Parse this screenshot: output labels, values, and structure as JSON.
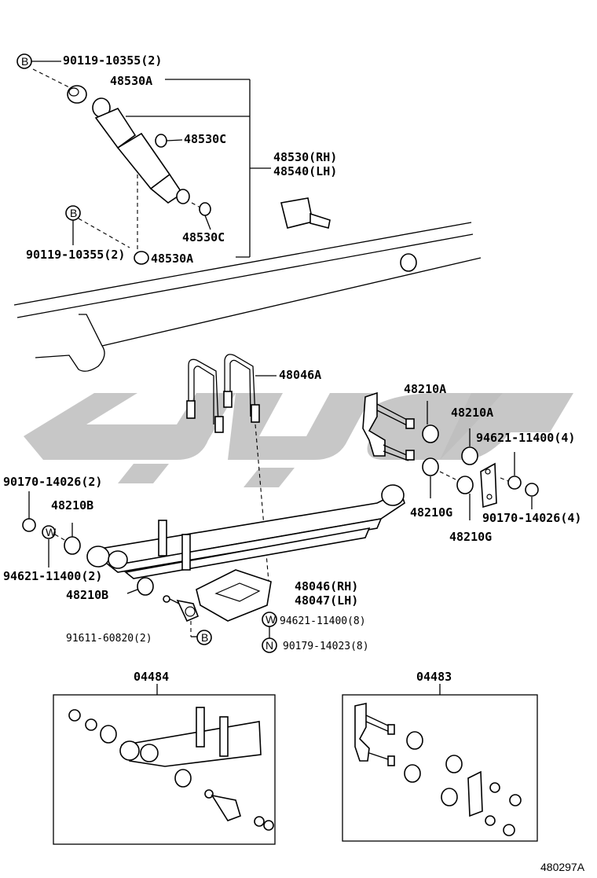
{
  "labels": {
    "l1": "90119-10355(2)",
    "l2": "48530A",
    "l3": "48530C",
    "l4": "48530(RH)",
    "l5": "48540(LH)",
    "l6": "48530C",
    "l7": "90119-10355(2)",
    "l8": "48530A",
    "l9": "48046A",
    "l10": "48210A",
    "l11": "48210A",
    "l12": "94621-11400(4)",
    "l13": "90170-14026(2)",
    "l14": "48210B",
    "l15": "48210G",
    "l16": "90170-14026(4)",
    "l17": "48210G",
    "l18": "94621-11400(2)",
    "l19": "48046(RH)",
    "l20": "48047(LH)",
    "l21": "48210B",
    "l22": "94621-11400(8)",
    "l23": "91611-60820(2)",
    "l24": "90179-14023(8)",
    "l25": "04484",
    "l26": "04483",
    "ref": "480297A"
  },
  "markers": {
    "b": "B",
    "w": "W",
    "n": "N"
  }
}
